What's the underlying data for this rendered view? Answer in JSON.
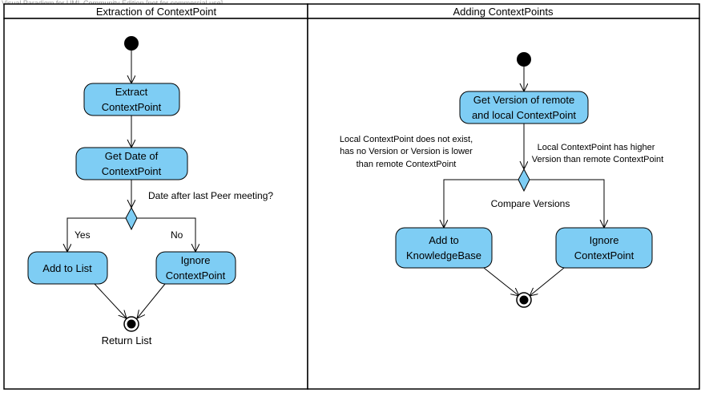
{
  "watermark": "Visual Paradigm for UML Community Edition [not for commercial use]",
  "colors": {
    "node_fill": "#7ecdf4",
    "node_stroke": "#000000",
    "line": "#000000"
  },
  "left_partition": {
    "title": "Extraction of ContextPoint",
    "actions": {
      "extract": [
        "Extract",
        "ContextPoint"
      ],
      "get_date": [
        "Get Date of",
        "ContextPoint"
      ],
      "add_list": [
        "Add to List"
      ],
      "ignore": [
        "Ignore",
        "ContextPoint"
      ]
    },
    "decision_label": "Date after last Peer meeting?",
    "guard_yes": "Yes",
    "guard_no": "No",
    "final_label": "Return List"
  },
  "right_partition": {
    "title": "Adding ContextPoints",
    "actions": {
      "get_version": [
        "Get Version of remote",
        "and local ContextPoint"
      ],
      "add_kb": [
        "Add to",
        "KnowledgeBase"
      ],
      "ignore": [
        "Ignore",
        "ContextPoint"
      ]
    },
    "decision_label": "Compare Versions",
    "guard_left": [
      "Local ContextPoint does not exist,",
      "has no Version or Version is lower",
      "than remote ContextPoint"
    ],
    "guard_right": [
      "Local ContextPoint has higher",
      "Version than remote ContextPoint"
    ]
  }
}
